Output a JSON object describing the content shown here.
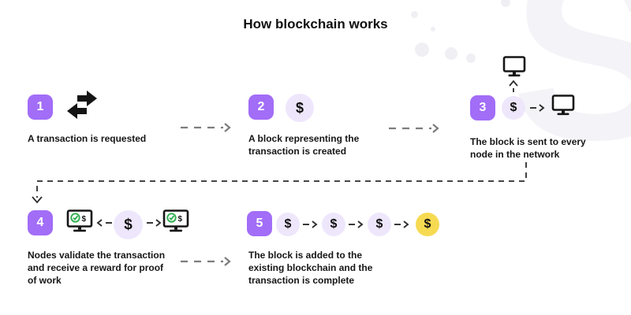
{
  "title": "How blockchain works",
  "watermark": {
    "letter": "S"
  },
  "symbols": {
    "dollar": "$"
  },
  "colors": {
    "accent_purple": "#a26df7",
    "coin_lavender": "#eee7fc",
    "coin_gold": "#f6da52",
    "check_green": "#2eae4e",
    "text_dark": "#161616",
    "dash_gray": "#7d7d7d",
    "dash_dark": "#2d2d2d",
    "watermark_gray": "#f4f3f7"
  },
  "steps": [
    {
      "number": "1",
      "caption": "A transaction is requested"
    },
    {
      "number": "2",
      "caption": "A block representing the transaction is created"
    },
    {
      "number": "3",
      "caption": "The block is sent to every node in the network"
    },
    {
      "number": "4",
      "caption": "Nodes validate the transaction and receive a reward for proof of work"
    },
    {
      "number": "5",
      "caption": "The block is added to the existing blockchain and the transaction is complete"
    }
  ]
}
